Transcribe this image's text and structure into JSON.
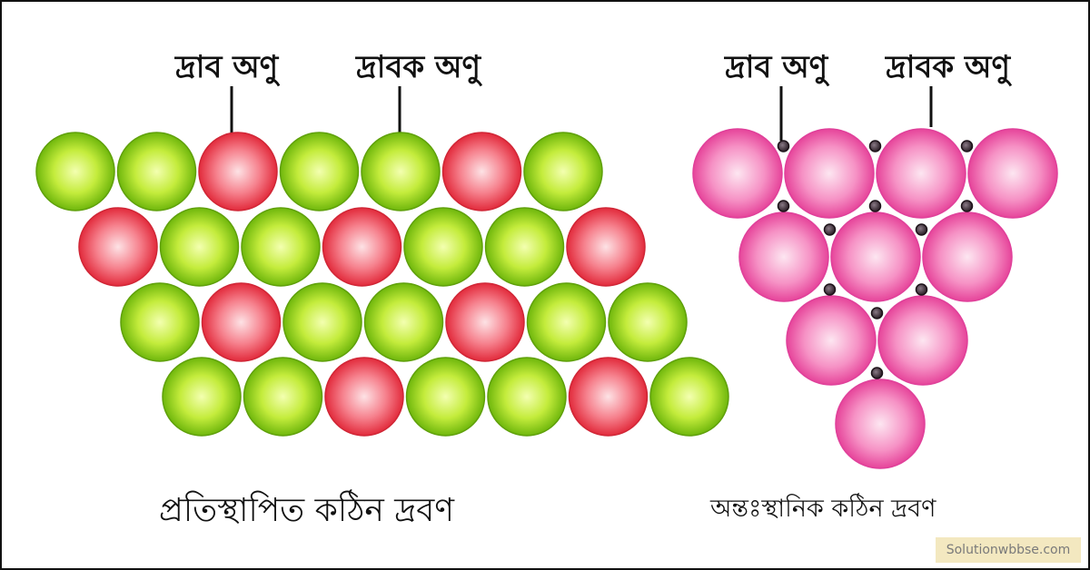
{
  "labels": {
    "left_solute": "দ্রাব অণু",
    "left_solvent": "দ্রাবক অণু",
    "right_solute": "দ্রাব অণু",
    "right_solvent": "দ্রাবক অণু"
  },
  "captions": {
    "left": "প্রতিস্থাপিত কঠিন দ্রবণ",
    "right": "অন্তঃস্থানিক কঠিন দ্রবণ"
  },
  "watermark": "Solutionwbbse.com",
  "colors": {
    "solvent_green": "#9ad60f",
    "solvent_green_light": "#eafc8a",
    "solute_red": "#f03a4a",
    "solute_red_light": "#fcd8dc",
    "pink_solvent": "#ee4ea0",
    "pink_solvent_light": "#fde0ef",
    "dark_solute": "#3a2a35"
  },
  "substitutional_rows": [
    [
      "solvent",
      "solvent",
      "solute",
      "solvent",
      "solvent",
      "solute",
      "solvent"
    ],
    [
      "solute",
      "solvent",
      "solvent",
      "solute",
      "solvent",
      "solvent",
      "solute"
    ],
    [
      "solvent",
      "solute",
      "solvent",
      "solvent",
      "solute",
      "solvent",
      "solvent"
    ],
    [
      "solvent",
      "solvent",
      "solute",
      "solvent",
      "solvent",
      "solute",
      "solvent"
    ]
  ],
  "interstitial_rows": [
    4,
    3,
    2,
    1
  ]
}
